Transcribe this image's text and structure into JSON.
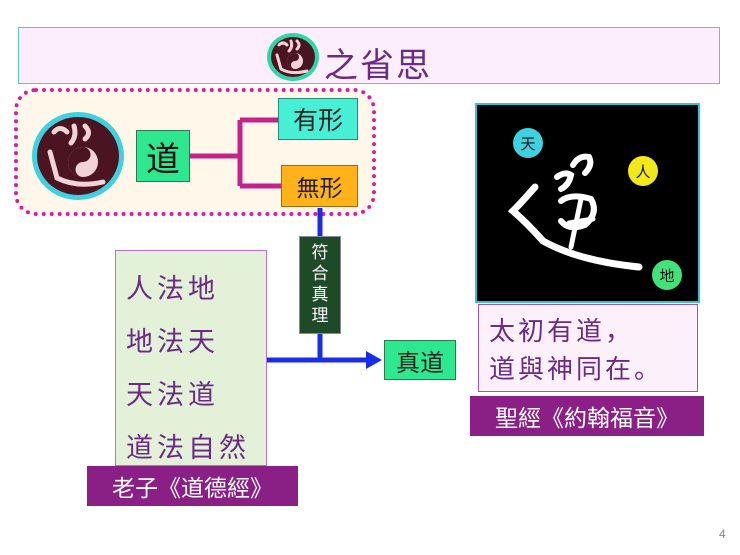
{
  "title": {
    "text": "之省思",
    "icon": "dao-glyph-icon"
  },
  "dao_tree": {
    "root": "道",
    "branches": [
      "有形",
      "無形"
    ],
    "connector_color": "#c4248a"
  },
  "truth_label": "符合真理",
  "true_dao": "真道",
  "laozi": {
    "lines": [
      "人法地",
      "地法天",
      "天法道",
      "道法自然"
    ],
    "source": "老子《道德經》"
  },
  "bible": {
    "image_labels": {
      "heaven": "天",
      "man": "人",
      "earth": "地"
    },
    "quote_lines": [
      "太初有道，",
      "道與神同在。"
    ],
    "source": "聖經《約翰福音》"
  },
  "page_number": "4",
  "colors": {
    "accent_purple": "#6a2a86",
    "magenta": "#d61ea5",
    "source_bg": "#8a1f86",
    "arrow_blue": "#1a2ee8",
    "green_box": "#2ee890"
  }
}
